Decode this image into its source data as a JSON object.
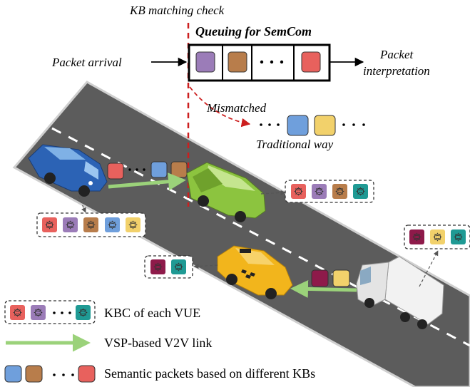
{
  "labels": {
    "kb_check": "KB matching check",
    "queue_title": "Queuing for SemCom",
    "packet_arrival": "Packet arrival",
    "packet_interp_line1": "Packet",
    "packet_interp_line2": "interpretation",
    "mismatched": "Mismatched",
    "traditional": "Traditional way"
  },
  "legend": {
    "kbc": "KBC of each VUE",
    "link": "VSP-based V2V link",
    "packets": "Semantic packets based on different KBs"
  },
  "colors": {
    "purple": "#9b7cb8",
    "brown": "#b87d4b",
    "red": "#e8615d",
    "blue": "#6f9fdc",
    "yellow": "#f2d16b",
    "maroon": "#8e1a4a",
    "teal": "#1f9a94",
    "green_link": "#9bd27a",
    "road": "#5a5a5a",
    "dashed_red": "#cc1f1f"
  },
  "icons": [
    "kb-brain-icon",
    "blue-car-icon",
    "green-van-icon",
    "taxi-icon",
    "white-truck-icon"
  ]
}
